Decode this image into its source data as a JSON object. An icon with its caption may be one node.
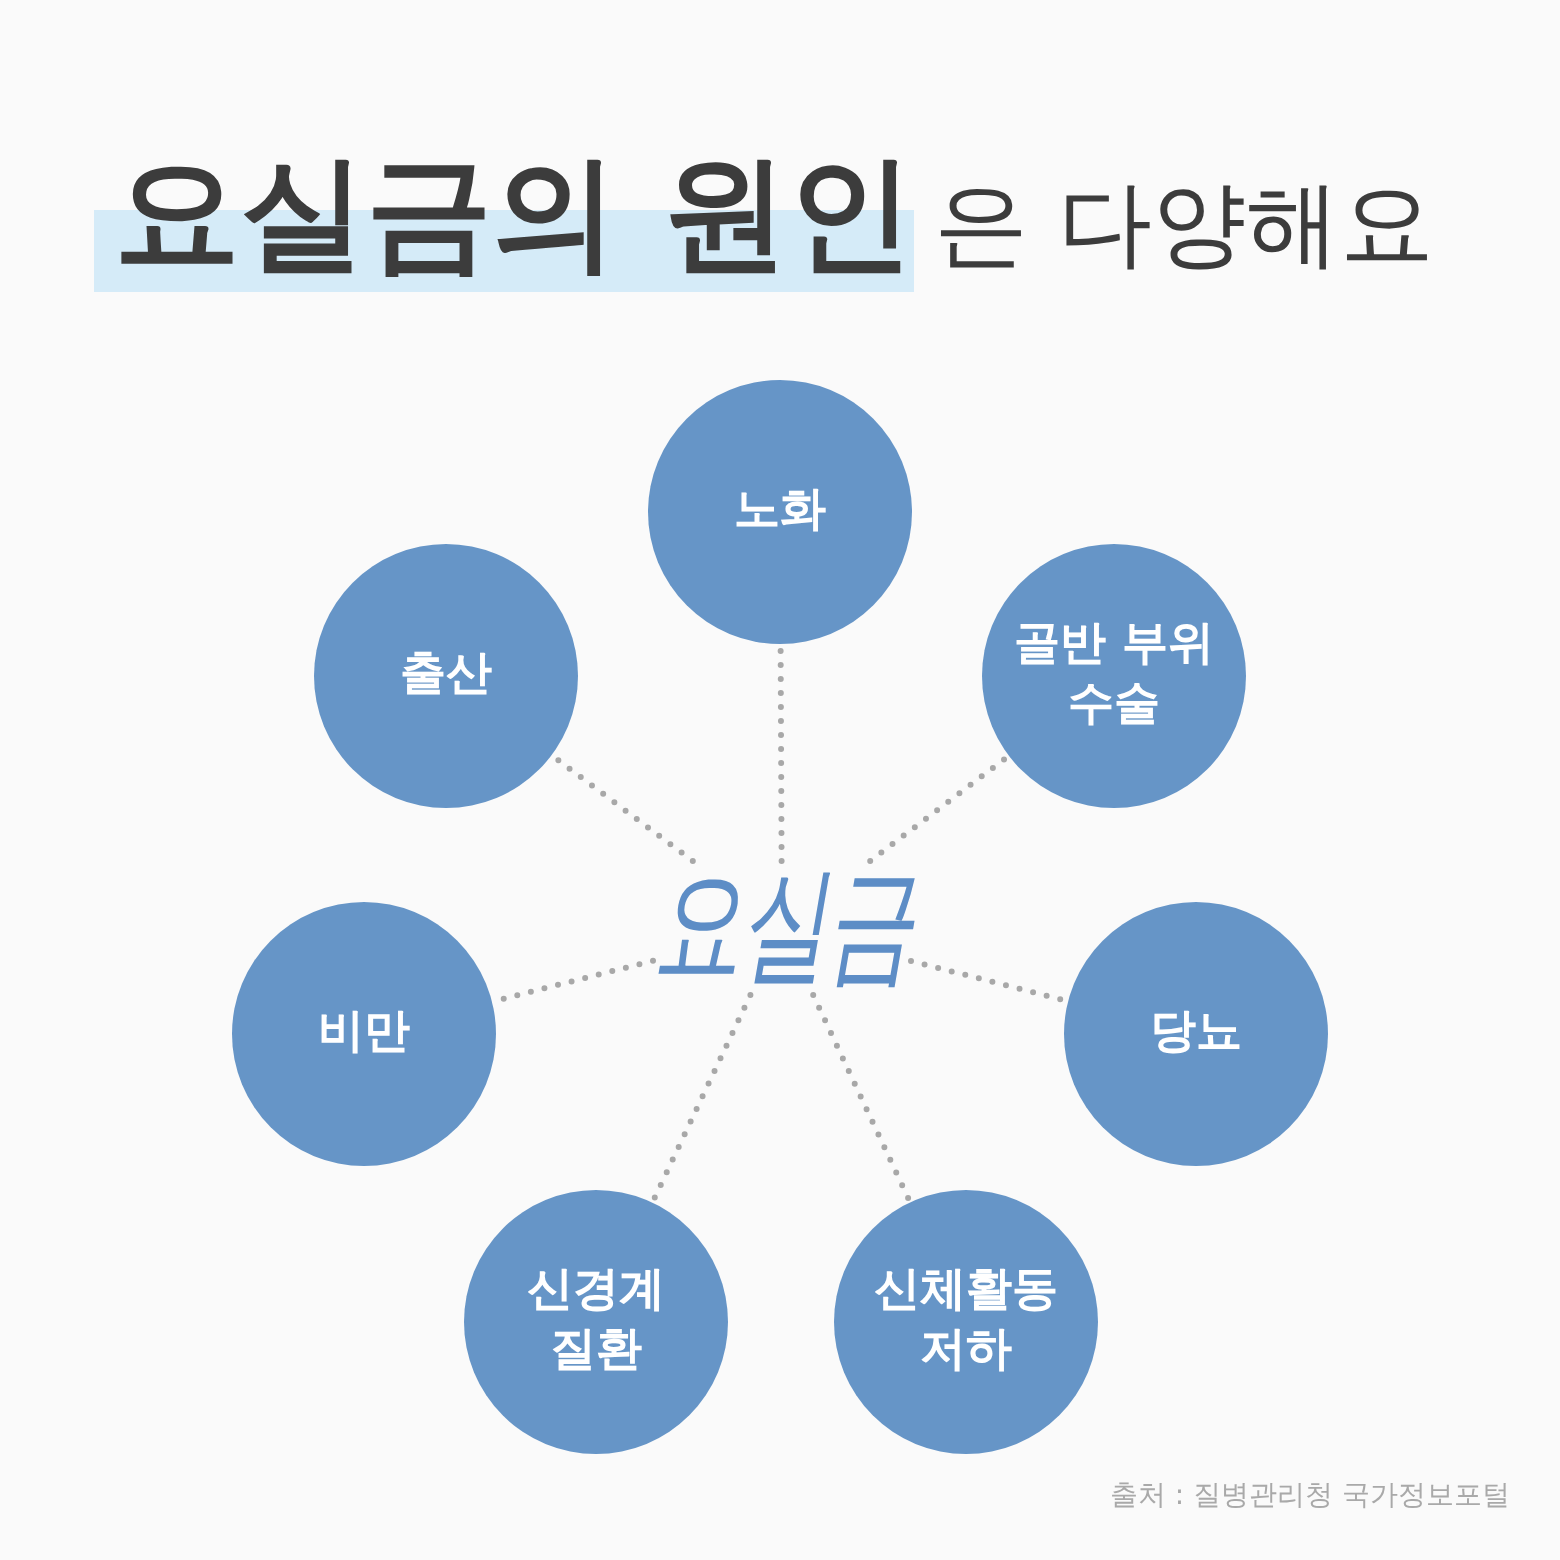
{
  "diagram": {
    "title": "**요실금의 원인**은 다양해요",
    "nodes": [
      {
        "text": [
          "요실금"
        ]
      },
      {
        "text": [
          "노화"
        ]
      },
      {
        "text": [
          "골반 부위 수술"
        ]
      },
      {
        "text": [
          "당뇨"
        ]
      },
      {
        "text": [
          "신체활동 저하"
        ]
      },
      {
        "text": [
          "신경계 질환"
        ]
      },
      {
        "text": [
          "비만"
        ]
      },
      {
        "text": [
          "출산"
        ]
      }
    ],
    "edges": [
      {
        "from": 0,
        "to": 1,
        "arrow": "none",
        "style": "dashed"
      },
      {
        "from": 0,
        "to": 2,
        "arrow": "none",
        "style": "dashed"
      },
      {
        "from": 0,
        "to": 3,
        "arrow": "none",
        "style": "dashed"
      },
      {
        "from": 0,
        "to": 4,
        "arrow": "none",
        "style": "dashed"
      },
      {
        "from": 0,
        "to": 5,
        "arrow": "none",
        "style": "dashed"
      },
      {
        "from": 0,
        "to": 6,
        "arrow": "none",
        "style": "dashed"
      },
      {
        "from": 0,
        "to": 7,
        "arrow": "none",
        "style": "dashed"
      }
    ],
    "labels": [
      "출처 : 질병관리청 국가정보포털"
    ]
  }
}
